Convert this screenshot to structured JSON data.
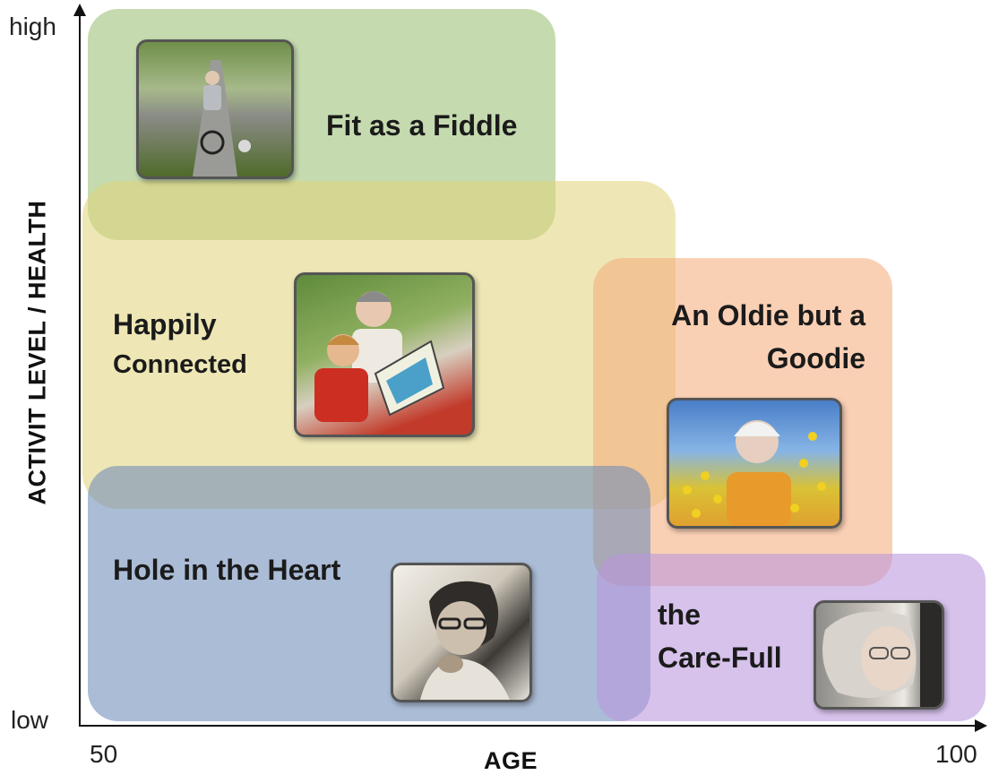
{
  "axes": {
    "y_high": "high",
    "y_low": "low",
    "y_title": "ACTIVIT LEVEL / HEALTH",
    "x_min": "50",
    "x_max": "100",
    "x_title": "AGE"
  },
  "segments": {
    "fit": {
      "label": "Fit as a Fiddle"
    },
    "happy": {
      "line1": "Happily",
      "line2": "Connected"
    },
    "oldie": {
      "line1": "An Oldie but a",
      "line2": "Goodie"
    },
    "hole": {
      "label": "Hole in the Heart"
    },
    "care": {
      "line1": "the",
      "line2": "Care-Full"
    }
  },
  "colors": {
    "fit": "#96be6e",
    "happy": "#e0d478",
    "oldie": "#f5aa78",
    "hole": "#6e8cb9",
    "care": "#b996dc"
  }
}
